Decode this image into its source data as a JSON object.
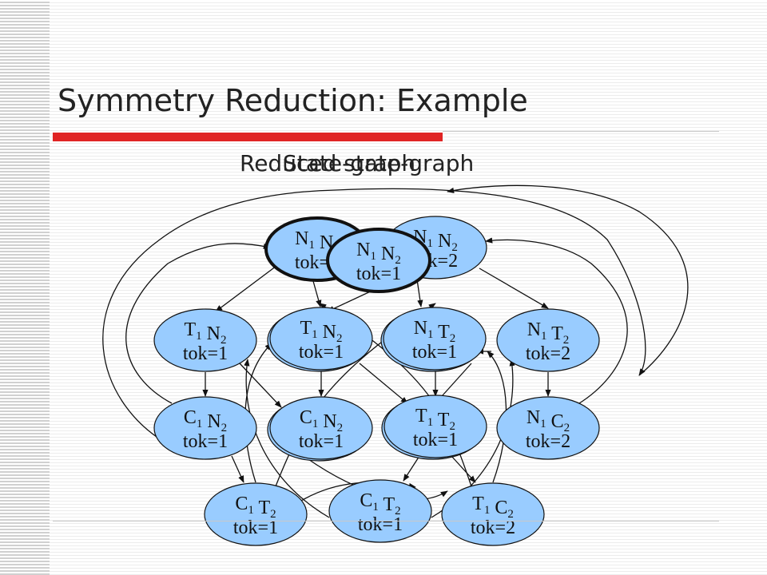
{
  "slide": {
    "title": "Symmetry Reduction: Example",
    "subtitle_reduced": "Reduced state-graph",
    "subtitle_state": "State-graph"
  },
  "colors": {
    "title_accent": "#e02424",
    "node_fill": "#99ccff",
    "node_stroke": "#111111"
  },
  "graph": {
    "nodes": [
      {
        "id": "n1n2_front",
        "line1": [
          [
            "N",
            "1"
          ],
          [
            " N",
            "2"
          ]
        ],
        "line2": "tok=1"
      },
      {
        "id": "n1n2_back_left",
        "line1": [
          [
            "N",
            "1"
          ],
          [
            " N",
            "2"
          ]
        ],
        "line2": "tok=2"
      },
      {
        "id": "n1n2_back_right",
        "line1": [
          [
            "N",
            "1"
          ],
          [
            " N",
            "2"
          ]
        ],
        "line2": "tok=2"
      },
      {
        "id": "t1n2_a",
        "line1": [
          [
            "T",
            "1"
          ],
          [
            " N",
            "2"
          ]
        ],
        "line2": "tok=1"
      },
      {
        "id": "t1n2_b",
        "line1": [
          [
            "T",
            "1"
          ],
          [
            " N",
            "2"
          ]
        ],
        "line2": "tok=1"
      },
      {
        "id": "n1t2_a",
        "line1": [
          [
            "N",
            "1"
          ],
          [
            " T",
            "2"
          ]
        ],
        "line2": "tok=1"
      },
      {
        "id": "n1t2_b",
        "line1": [
          [
            "N",
            "1"
          ],
          [
            " T",
            "2"
          ]
        ],
        "line2": "tok=2"
      },
      {
        "id": "c1n2_a",
        "line1": [
          [
            "C",
            "1"
          ],
          [
            " N",
            "2"
          ]
        ],
        "line2": "tok=1"
      },
      {
        "id": "c1n2_b",
        "line1": [
          [
            "C",
            "1"
          ],
          [
            " N",
            "2"
          ]
        ],
        "line2": "tok=1"
      },
      {
        "id": "t1t2",
        "line1": [
          [
            "T",
            "1"
          ],
          [
            " T",
            "2"
          ]
        ],
        "line2": "tok=1"
      },
      {
        "id": "n1c2",
        "line1": [
          [
            "N",
            "1"
          ],
          [
            " C",
            "2"
          ]
        ],
        "line2": "tok=2"
      },
      {
        "id": "c1t2_a",
        "line1": [
          [
            "C",
            "1"
          ],
          [
            " T",
            "2"
          ]
        ],
        "line2": "tok=1"
      },
      {
        "id": "c1t2_b",
        "line1": [
          [
            "C",
            "1"
          ],
          [
            " T",
            "2"
          ]
        ],
        "line2": "tok=1"
      },
      {
        "id": "t1c2",
        "line1": [
          [
            "T",
            "1"
          ],
          [
            " C",
            "2"
          ]
        ],
        "line2": "tok=2"
      }
    ]
  }
}
